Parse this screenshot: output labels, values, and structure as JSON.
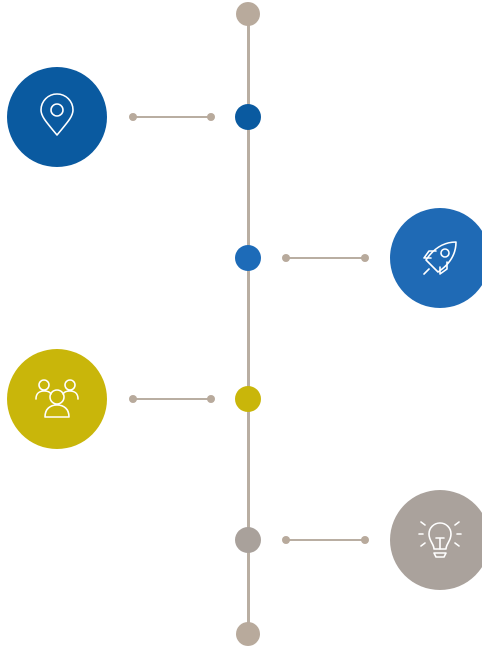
{
  "colors": {
    "line": "#b9aea2",
    "cap": "#b8aa9c",
    "connector": "#b9aea2",
    "connector_dot": "#b8aa9c",
    "icon_stroke": "#ffffff"
  },
  "timeline": {
    "steps": [
      {
        "side": "left",
        "icon": "location-pin-icon",
        "node_color": "#0a5aa0",
        "badge_color": "#0a5aa0"
      },
      {
        "side": "right",
        "icon": "rocket-icon",
        "node_color": "#1d6bb8",
        "badge_color": "#1f6ab5"
      },
      {
        "side": "left",
        "icon": "people-group-icon",
        "node_color": "#c9b60a",
        "badge_color": "#c9b60a"
      },
      {
        "side": "right",
        "icon": "lightbulb-icon",
        "node_color": "#a9a19b",
        "badge_color": "#aaa29c"
      }
    ]
  }
}
